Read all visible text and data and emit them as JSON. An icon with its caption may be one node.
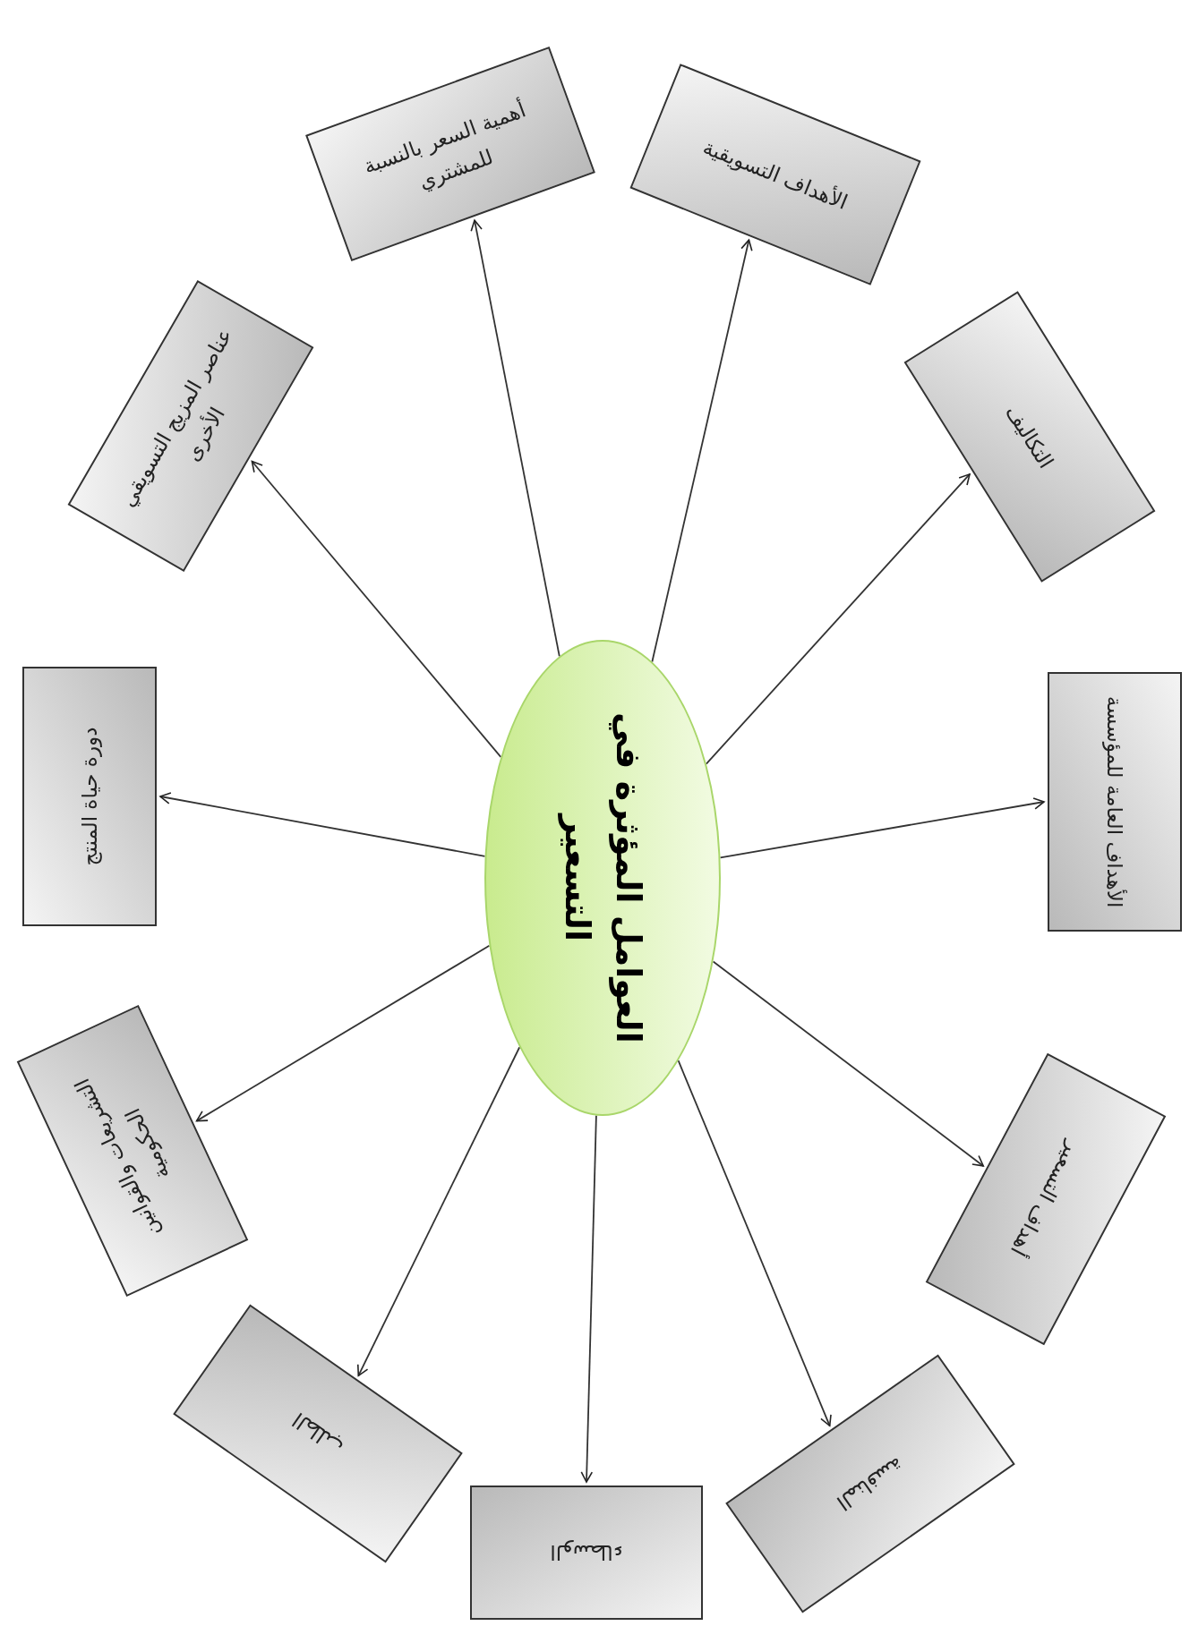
{
  "diagram": {
    "nodes": [
      {
        "text": [
          "العوامل المؤثرة في التسعير"
        ]
      },
      {
        "text": [
          "أهمية السعر بالنسبة للمشتري"
        ]
      },
      {
        "text": [
          "الأهداف التسويقية"
        ]
      },
      {
        "text": [
          "التكاليف"
        ]
      },
      {
        "text": [
          "الأهداف العامة للمؤسسة"
        ]
      },
      {
        "text": [
          "أهداف التسعير"
        ]
      },
      {
        "text": [
          "المنافسة"
        ]
      },
      {
        "text": [
          "الوسطاء"
        ]
      },
      {
        "text": [
          "الطلب"
        ]
      },
      {
        "text": [
          "التشريعات والقوانين الحكومية"
        ]
      },
      {
        "text": [
          "دورة حياة المنتج"
        ]
      },
      {
        "text": [
          "عناصر المزيج التسويقي الأخرى"
        ]
      }
    ],
    "edges": [
      {
        "from": 0,
        "to": 1,
        "arrow": "to"
      },
      {
        "from": 0,
        "to": 2,
        "arrow": "to"
      },
      {
        "from": 0,
        "to": 3,
        "arrow": "to"
      },
      {
        "from": 0,
        "to": 4,
        "arrow": "to"
      },
      {
        "from": 0,
        "to": 5,
        "arrow": "to"
      },
      {
        "from": 0,
        "to": 6,
        "arrow": "to"
      },
      {
        "from": 0,
        "to": 7,
        "arrow": "to"
      },
      {
        "from": 0,
        "to": 8,
        "arrow": "to"
      },
      {
        "from": 0,
        "to": 9,
        "arrow": "to"
      },
      {
        "from": 0,
        "to": 10,
        "arrow": "to"
      },
      {
        "from": 0,
        "to": 11,
        "arrow": "to"
      }
    ]
  }
}
